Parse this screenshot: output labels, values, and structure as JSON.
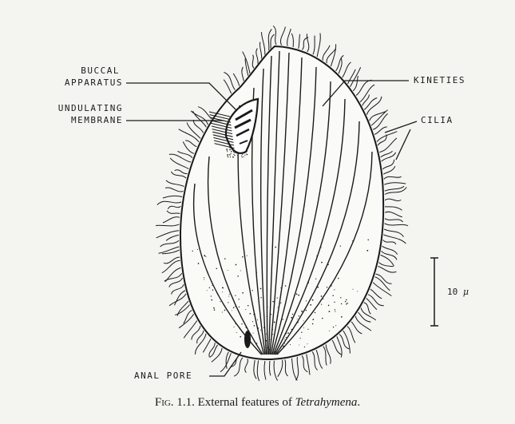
{
  "labels": {
    "buccal_1": "BUCCAL",
    "buccal_2": "APPARATUS",
    "undulating_1": "UNDULATING",
    "undulating_2": "MEMBRANE",
    "kineties": "KINETIES",
    "cilia": "CILIA",
    "anal_pore": "ANAL PORE"
  },
  "scale_bar": {
    "number": "10",
    "unit": "μ"
  },
  "caption": {
    "prefix": "Fig.",
    "number": "1.1.",
    "text": "External features of",
    "genus": "Tetrahymena",
    "end": "."
  },
  "colors": {
    "background": "#f4f4f1",
    "ink": "#1a1a1a"
  }
}
